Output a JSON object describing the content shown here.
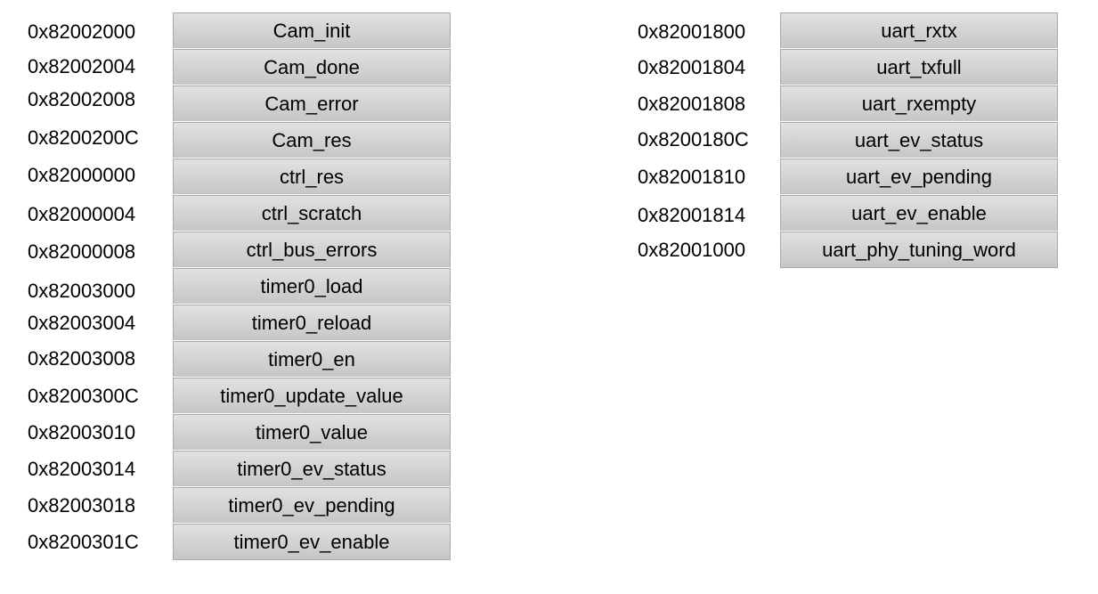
{
  "left_map": [
    {
      "address": "0x82002000",
      "register": "Cam_init"
    },
    {
      "address": "0x82002004",
      "register": "Cam_done"
    },
    {
      "address": "0x82002008",
      "register": "Cam_error"
    },
    {
      "address": "0x8200200C",
      "register": "Cam_res"
    },
    {
      "address": "0x82000000",
      "register": "ctrl_res"
    },
    {
      "address": "0x82000004",
      "register": "ctrl_scratch"
    },
    {
      "address": "0x82000008",
      "register": "ctrl_bus_errors"
    },
    {
      "address": "0x82003000",
      "register": "timer0_load"
    },
    {
      "address": "0x82003004",
      "register": "timer0_reload"
    },
    {
      "address": "0x82003008",
      "register": "timer0_en"
    },
    {
      "address": "0x8200300C",
      "register": "timer0_update_value"
    },
    {
      "address": "0x82003010",
      "register": "timer0_value"
    },
    {
      "address": "0x82003014",
      "register": "timer0_ev_status"
    },
    {
      "address": "0x82003018",
      "register": "timer0_ev_pending"
    },
    {
      "address": "0x8200301C",
      "register": "timer0_ev_enable"
    }
  ],
  "right_map": [
    {
      "address": "0x82001800",
      "register": "uart_rxtx"
    },
    {
      "address": "0x82001804",
      "register": "uart_txfull"
    },
    {
      "address": "0x82001808",
      "register": "uart_rxempty"
    },
    {
      "address": "0x8200180C",
      "register": "uart_ev_status"
    },
    {
      "address": "0x82001810",
      "register": "uart_ev_pending"
    },
    {
      "address": "0x82001814",
      "register": "uart_ev_enable"
    },
    {
      "address": "0x82001000",
      "register": "uart_phy_tuning_word"
    }
  ]
}
